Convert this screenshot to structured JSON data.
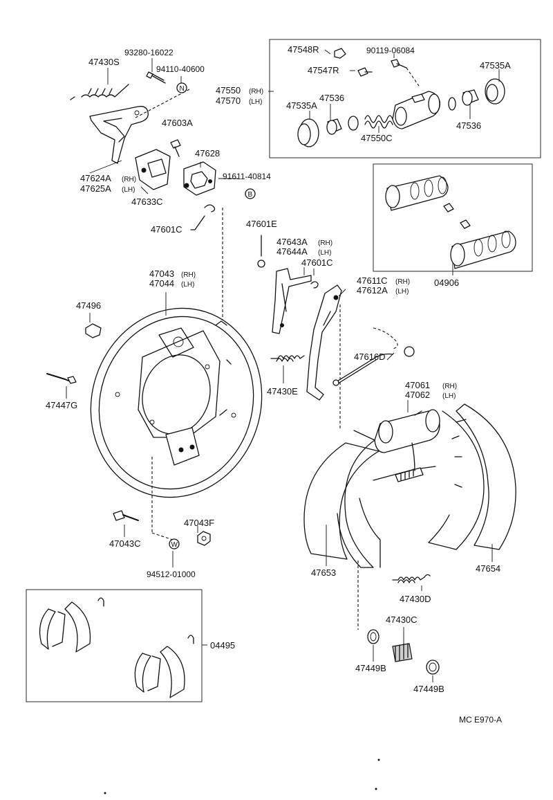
{
  "labels": {
    "p47430S": "47430S",
    "p93280": "93280-16022",
    "p94110": "94110-40600",
    "p47603A": "47603A",
    "p47624A": "47624A",
    "p47624A_side": "(RH)",
    "p47625A": "47625A",
    "p47625A_side": "(LH)",
    "p47633C": "47633C",
    "p47628": "47628",
    "p91611": "91611-40814",
    "p47601C_top": "47601C",
    "p47548R": "47548R",
    "p90119": "90119-06084",
    "p47547R": "47547R",
    "p47535A_right": "47535A",
    "p47550": "47550",
    "p47550_side": "(RH)",
    "p47570": "47570",
    "p47570_side": "(LH)",
    "p47536_top": "47536",
    "p47535A_left": "47535A",
    "p47550C": "47550C",
    "p47536_right": "47536",
    "p04906": "04906",
    "p47601E": "47601E",
    "p47643A": "47643A",
    "p47643A_side": "(RH)",
    "p47644A": "47644A",
    "p47644A_side": "(LH)",
    "p47601C_mid": "47601C",
    "p47611C": "47611C",
    "p47611C_side": "(RH)",
    "p47612A": "47612A",
    "p47612A_side": "(LH)",
    "p47043": "47043",
    "p47043_side": "(RH)",
    "p47044": "47044",
    "p47044_side": "(LH)",
    "p47496": "47496",
    "p47447G": "47447G",
    "p47430E": "47430E",
    "p47616D": "47616D",
    "p47061": "47061",
    "p47061_side": "(RH)",
    "p47062": "47062",
    "p47062_side": "(LH)",
    "p47043C": "47043C",
    "p47043F": "47043F",
    "p94512": "94512-01000",
    "p47653": "47653",
    "p47654": "47654",
    "p47430D": "47430D",
    "p47430C": "47430C",
    "p04495": "04495",
    "p47449B_left": "47449B",
    "p47449B_right": "47449B",
    "footer_code": "MC  E970-A"
  },
  "markers": {
    "n_marker": "N",
    "b_marker": "B",
    "w_marker": "W"
  }
}
